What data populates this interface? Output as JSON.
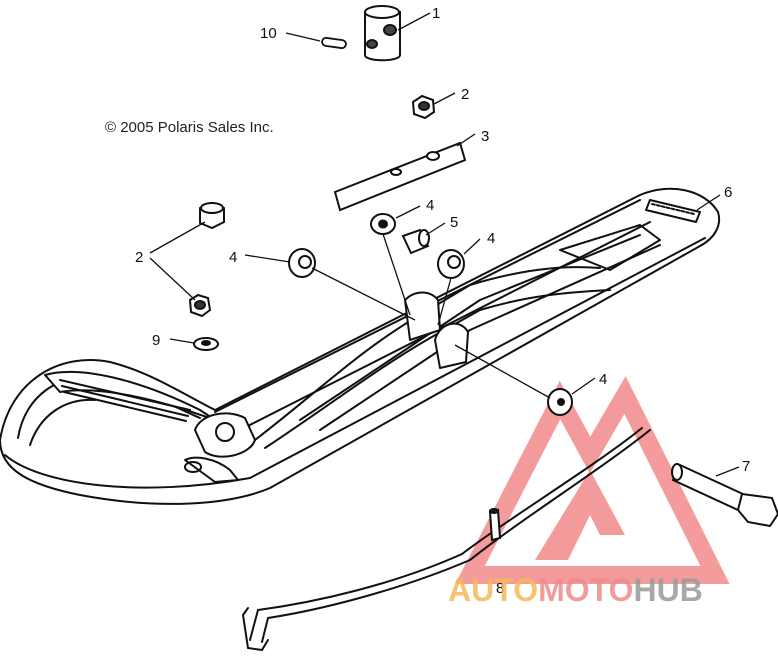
{
  "diagram": {
    "copyright": "© 2005 Polaris Sales Inc.",
    "callouts": {
      "c1": "1",
      "c2a": "2",
      "c2b": "2",
      "c3": "3",
      "c4a": "4",
      "c4b": "4",
      "c4c": "4",
      "c4d": "4",
      "c5": "5",
      "c6": "6",
      "c7": "7",
      "c8": "8",
      "c9": "9",
      "c10": "10"
    }
  },
  "watermark": {
    "part1": "AUTO",
    "part2": "MOTO",
    "part3": "HUB",
    "colors": {
      "auto": "#f6b85a",
      "moto": "#f08a8a",
      "hub": "#9a9a9a",
      "triangle": "#f07a7a"
    }
  }
}
